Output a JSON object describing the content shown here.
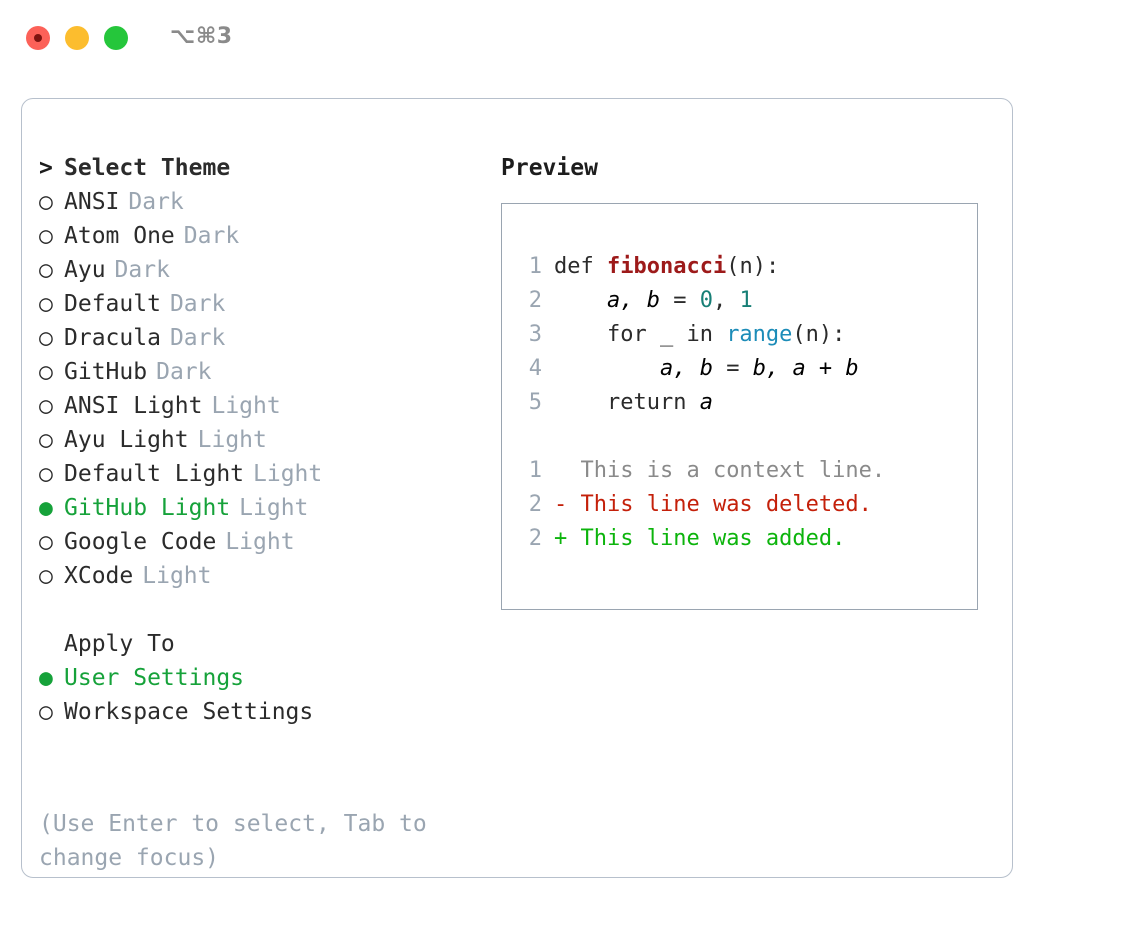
{
  "titlebar": {
    "shortcut": "⌥⌘3",
    "buttons": [
      {
        "name": "close",
        "color": "#fc6158"
      },
      {
        "name": "minimize",
        "color": "#fcbd2e"
      },
      {
        "name": "zoom",
        "color": "#25c63b"
      }
    ]
  },
  "colors": {
    "selected_green": "#16a23a",
    "muted": "#9aa5b1",
    "text": "#2b2b2b",
    "border": "#b7c0cc",
    "preview_border": "#9aa5b1",
    "diff_add": "#0cb40c",
    "diff_del": "#c4200a",
    "syntax_function": "#9d1a1a",
    "syntax_number": "#177f76",
    "syntax_call": "#1c8cb8"
  },
  "theme_list": {
    "heading": {
      "marker": ">",
      "label": "Select Theme"
    },
    "items": [
      {
        "marker": "○",
        "label": "ANSI",
        "suffix": "Dark",
        "selected": false
      },
      {
        "marker": "○",
        "label": "Atom One",
        "suffix": "Dark",
        "selected": false
      },
      {
        "marker": "○",
        "label": "Ayu",
        "suffix": "Dark",
        "selected": false
      },
      {
        "marker": "○",
        "label": "Default",
        "suffix": "Dark",
        "selected": false
      },
      {
        "marker": "○",
        "label": "Dracula",
        "suffix": "Dark",
        "selected": false
      },
      {
        "marker": "○",
        "label": "GitHub",
        "suffix": "Dark",
        "selected": false
      },
      {
        "marker": "○",
        "label": "ANSI Light",
        "suffix": "Light",
        "selected": false
      },
      {
        "marker": "○",
        "label": "Ayu Light",
        "suffix": "Light",
        "selected": false
      },
      {
        "marker": "○",
        "label": "Default Light",
        "suffix": "Light",
        "selected": false
      },
      {
        "marker": "●",
        "label": "GitHub Light",
        "suffix": "Light",
        "selected": true
      },
      {
        "marker": "○",
        "label": "Google Code",
        "suffix": "Light",
        "selected": false
      },
      {
        "marker": "○",
        "label": "XCode",
        "suffix": "Light",
        "selected": false
      }
    ]
  },
  "apply_to": {
    "heading": "Apply To",
    "items": [
      {
        "marker": "●",
        "label": "User Settings",
        "selected": true
      },
      {
        "marker": "○",
        "label": "Workspace Settings",
        "selected": false
      }
    ]
  },
  "hint": "(Use Enter to select, Tab to change focus)",
  "preview": {
    "title": "Preview",
    "code_lines": [
      {
        "no": "1",
        "tokens": [
          {
            "t": "def ",
            "c": "plain"
          },
          {
            "t": "fibonacci",
            "c": "fn"
          },
          {
            "t": "(n):",
            "c": "plain"
          }
        ]
      },
      {
        "no": "2",
        "tokens": [
          {
            "t": "    ",
            "c": "plain"
          },
          {
            "t": "a, b",
            "c": "var"
          },
          {
            "t": " = ",
            "c": "plain"
          },
          {
            "t": "0",
            "c": "num"
          },
          {
            "t": ", ",
            "c": "plain"
          },
          {
            "t": "1",
            "c": "num"
          }
        ]
      },
      {
        "no": "3",
        "tokens": [
          {
            "t": "    for _ in ",
            "c": "plain"
          },
          {
            "t": "range",
            "c": "call"
          },
          {
            "t": "(n):",
            "c": "plain"
          }
        ]
      },
      {
        "no": "4",
        "tokens": [
          {
            "t": "        ",
            "c": "plain"
          },
          {
            "t": "a, b",
            "c": "var"
          },
          {
            "t": " = ",
            "c": "plain"
          },
          {
            "t": "b, a + b",
            "c": "var"
          }
        ]
      },
      {
        "no": "5",
        "tokens": [
          {
            "t": "    return ",
            "c": "plain"
          },
          {
            "t": "a",
            "c": "var"
          }
        ]
      }
    ],
    "diff_lines": [
      {
        "no": "1",
        "sign": " ",
        "text": " This is a context line.",
        "kind": "ctx"
      },
      {
        "no": "2",
        "sign": "-",
        "text": " This line was deleted.",
        "kind": "del"
      },
      {
        "no": "2",
        "sign": "+",
        "text": " This line was added.",
        "kind": "add"
      }
    ]
  }
}
